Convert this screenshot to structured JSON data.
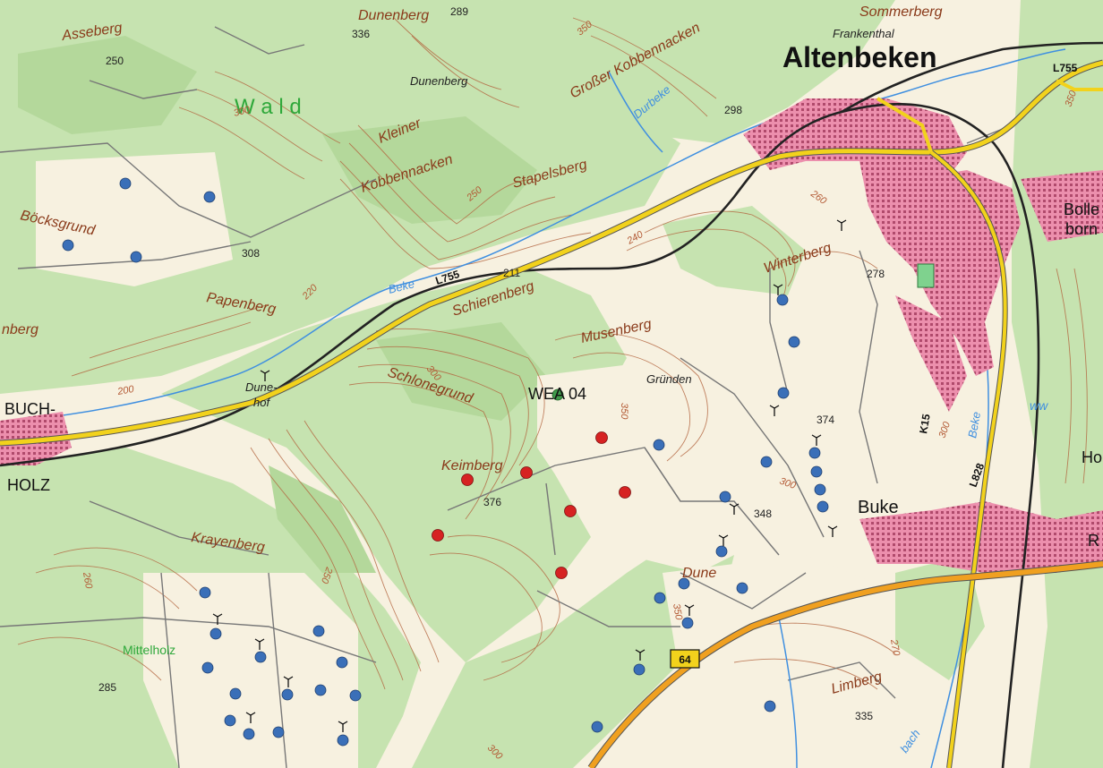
{
  "colors": {
    "forest": "#c6e3b0",
    "forest_dark": "#b4d89b",
    "open_land": "#f7f1e0",
    "settlement": "#e6799b",
    "contour": "#b3653f",
    "main_road": "#f2d21c",
    "motorway": "#f0a020",
    "railway": "#222222",
    "water": "#3f8fe0",
    "turbine_existing": "#3a6fb8",
    "turbine_planned": "#d62222",
    "turbine_highlight": "#3f9a4a",
    "label_green": "#2ea83a"
  },
  "labels": {
    "town_main": "Altenbeken",
    "wea": "WEA 04",
    "wald": "W a l d",
    "mittelholz": "Mittelholz",
    "buke": "Buke",
    "buch": "BUCH-",
    "holz": "HOLZ",
    "frankenthal": "Frankenthal",
    "bolle": "Bolle",
    "born": "born",
    "r_edge": "R",
    "ho_edge": "Ho",
    "ww": "ww",
    "sommerberg": "Sommerberg",
    "dunenberg_top": "Dunenberg",
    "dunenberg": "Dunenberg",
    "asseberg": "Asseberg",
    "boecksgrund": "Böcksgrund",
    "papenberg": "Papenberg",
    "berg_edge": "nberg",
    "grosser_kobbennacken": "Großer Kobbennacken",
    "kleiner": "Kleiner",
    "kobbennacken": "Kobbennacken",
    "stapelsberg": "Stapelsberg",
    "schierenberg": "Schierenberg",
    "musenberg": "Musenberg",
    "gruenden": "Gründen",
    "winterberg": "Winterberg",
    "schlonegrund": "Schlonegrund",
    "keimberg": "Keimberg",
    "krayenberg": "Krayenberg",
    "dune_hof_1": "Dune-",
    "dune_hof_2": "hof",
    "dune": "Dune",
    "limberg": "Limberg",
    "beke_1": "Beke",
    "beke_2": "Beke",
    "durbeke": "Durbeke",
    "bach": "bach"
  },
  "roads": {
    "l755_a": "L755",
    "l755_b": "L755",
    "k15": "K15",
    "l828": "L828",
    "b64": "64"
  },
  "elevations": {
    "e336": "336",
    "e289": "289",
    "e250": "250",
    "e308": "308",
    "e298": "298",
    "e211": "211",
    "e278": "278",
    "e374": "374",
    "e376": "376",
    "e348": "348",
    "e285": "285",
    "e335": "335"
  },
  "contours": {
    "c300_a": "300",
    "c250_a": "250",
    "c350_a": "350",
    "c200": "200",
    "c220": "220",
    "c240": "240",
    "c260_a": "260",
    "c300_b": "300",
    "c350_b": "350",
    "c300_c": "300",
    "c260_b": "260",
    "c250_b": "250",
    "c350_c": "350",
    "c300_d": "300",
    "c270": "270",
    "c300_e": "300",
    "c350_d": "350"
  }
}
